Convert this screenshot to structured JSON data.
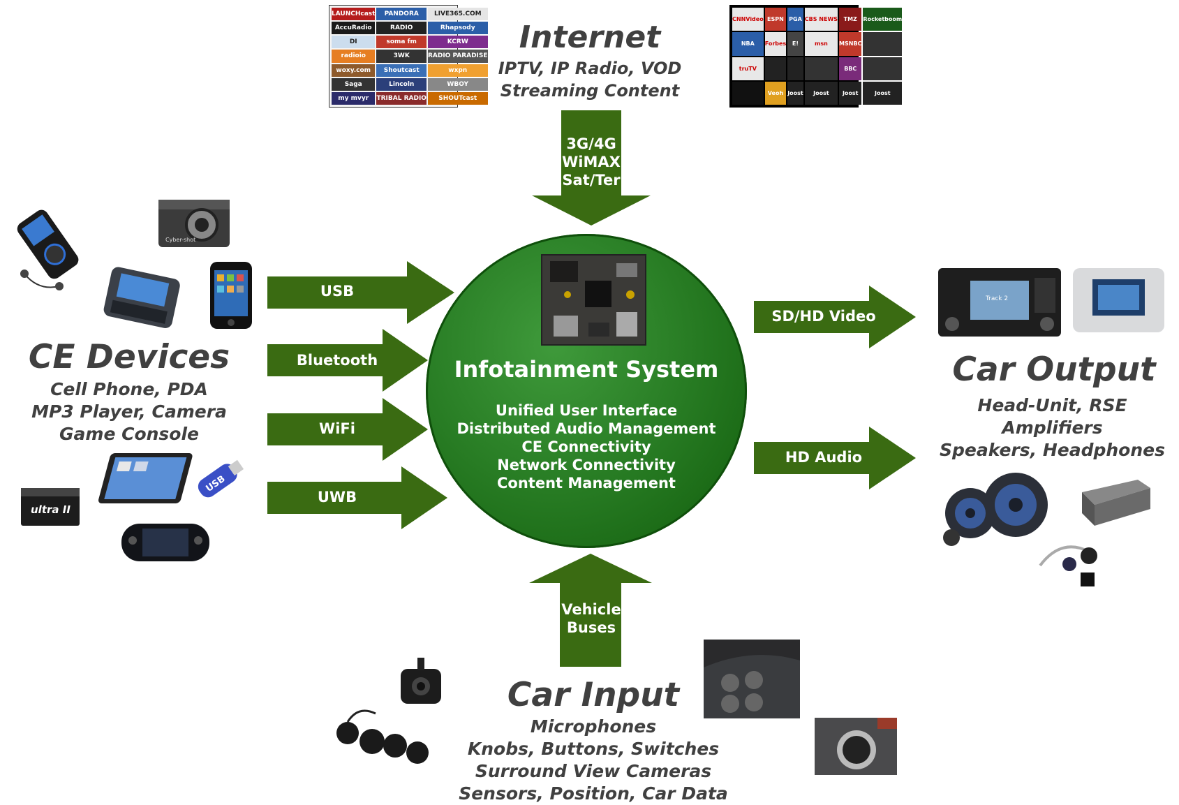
{
  "hub": {
    "title": "Infotainment System",
    "features": [
      "Unified User Interface",
      "Distributed Audio Management",
      "CE Connectivity",
      "Network Connectivity",
      "Content Management"
    ]
  },
  "internet": {
    "title": "Internet",
    "lines": [
      "IPTV, IP Radio, VOD",
      "Streaming Content"
    ],
    "arrow_lines": [
      "3G/4G",
      "WiMAX",
      "Sat/Ter"
    ],
    "radio_logos": [
      "LAUNCHcast",
      "PANDORA",
      "LIVE365.COM",
      "AccuRadio",
      "RADIO",
      "Rhapsody",
      "DI",
      "soma fm",
      "KCRW",
      "radioio",
      "3WK",
      "RADIO PARADISE",
      "woxy.com",
      "Shoutcast",
      "wxpn",
      "Saga",
      "Lincoln",
      "WBOY",
      "my mvyr",
      "TRIBAL RADIO",
      "SHOUTcast"
    ],
    "tv_logos": [
      "CNNVideo",
      "ESPN",
      "PGA",
      "CBS NEWS",
      "TMZ",
      "Rocketboom",
      "NBA",
      "Forbes",
      "E!",
      "msn",
      "MSNBC",
      "",
      "truTV",
      "",
      "",
      "",
      "BBC",
      "",
      "",
      "Veoh",
      "Joost",
      "Joost",
      "Joost",
      "Joost"
    ]
  },
  "ce_devices": {
    "title": "CE Devices",
    "lines": [
      "Cell Phone, PDA",
      "MP3 Player, Camera",
      "Game Console"
    ],
    "arrows": [
      "USB",
      "Bluetooth",
      "WiFi",
      "UWB"
    ],
    "pictures": [
      {
        "icon": "mp3-player-icon"
      },
      {
        "icon": "camera-icon",
        "text": "Cyber-shot"
      },
      {
        "icon": "pda-phone-icon"
      },
      {
        "icon": "smartphone-icon"
      },
      {
        "icon": "memory-card-icon",
        "text": "ultra II"
      },
      {
        "icon": "tablet-icon"
      },
      {
        "icon": "usb-stick-icon",
        "text": "USB"
      },
      {
        "icon": "game-console-icon"
      }
    ]
  },
  "car_output": {
    "title": "Car Output",
    "lines": [
      "Head-Unit, RSE",
      "Amplifiers",
      "Speakers, Headphones"
    ],
    "arrows": [
      "SD/HD Video",
      "HD Audio"
    ],
    "pictures": [
      {
        "icon": "head-unit-icon",
        "text": "Track 2"
      },
      {
        "icon": "rear-seat-screen-icon"
      },
      {
        "icon": "speakers-icon"
      },
      {
        "icon": "amplifier-icon"
      },
      {
        "icon": "headphones-icon"
      }
    ]
  },
  "car_input": {
    "title": "Car Input",
    "lines": [
      "Microphones",
      "Knobs, Buttons, Switches",
      "Surround View Cameras",
      "Sensors, Position, Car Data"
    ],
    "arrow_lines": [
      "Vehicle",
      "Buses"
    ],
    "pictures": [
      {
        "icon": "camera-sensor-icon"
      },
      {
        "icon": "parking-sensors-icon"
      },
      {
        "icon": "steering-buttons-icon"
      },
      {
        "icon": "control-knob-icon"
      }
    ]
  },
  "colors": {
    "arrow": "#3a6b12",
    "hub": "#1f7a1a",
    "text": "#404040"
  }
}
